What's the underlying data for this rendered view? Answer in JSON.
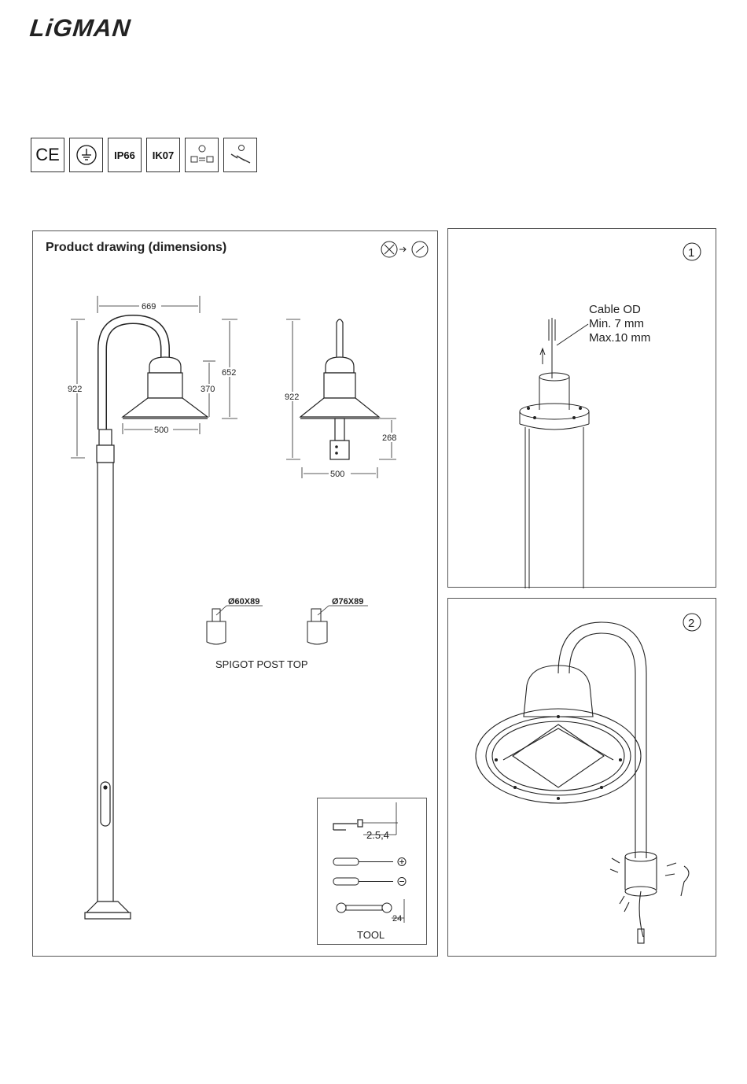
{
  "brand": {
    "logo": "LiGMAN"
  },
  "certs": {
    "ce": "CE",
    "earth": "earth-symbol-icon",
    "ip": "IP66",
    "ik": "IK07",
    "icon5": "driver-swap-icon",
    "icon6": "cable-connect-icon"
  },
  "drawing": {
    "title": "Product drawing (dimensions)",
    "dims": {
      "width_top": "669",
      "height_left": "922",
      "height_right": "652",
      "shade_height": "370",
      "shade_width": "500",
      "height_side": "922",
      "side_lower": "268",
      "side_width": "500"
    },
    "spigot": {
      "a": "Ø60X89",
      "b": "Ø76X89",
      "caption": "SPIGOT POST TOP"
    },
    "tool": {
      "hex": "2.5,4",
      "wrench": "24",
      "caption": "TOOL"
    }
  },
  "step1": {
    "number": "1",
    "cable_title": "Cable OD",
    "cable_min": "Min. 7 mm",
    "cable_max": "Max.10 mm"
  },
  "step2": {
    "number": "2"
  }
}
